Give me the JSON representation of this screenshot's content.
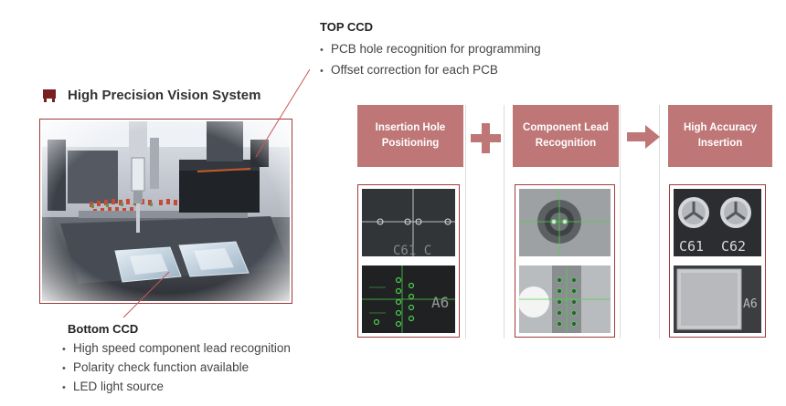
{
  "top_ccd": {
    "title": "TOP CCD",
    "bullets": [
      "PCB hole recognition for programming",
      "Offset correction for each PCB"
    ]
  },
  "section": {
    "title": "High  Precision Vision System",
    "icon": "marker-block-icon",
    "accent_color": "#7a1f1f"
  },
  "bottom_ccd": {
    "title": "Bottom CCD",
    "bullets": [
      "High speed component lead recognition",
      "Polarity check function available",
      "LED light source"
    ]
  },
  "flow": {
    "header_color": "#bf7676",
    "frame_color": "#a23a3a",
    "steps": [
      {
        "label_line1": "Insertion Hole",
        "label_line2": "Positioning"
      },
      {
        "label_line1": "Component Lead",
        "label_line2": "Recognition"
      },
      {
        "label_line1": "High Accuracy",
        "label_line2": "Insertion"
      }
    ],
    "operators": [
      "plus-icon",
      "arrow-right-icon"
    ],
    "image_labels": {
      "hole_top": "C61 C",
      "hole_bottom": "A6",
      "insert_c61": "C61",
      "insert_c62": "C62",
      "insert_a6": "A6"
    }
  }
}
